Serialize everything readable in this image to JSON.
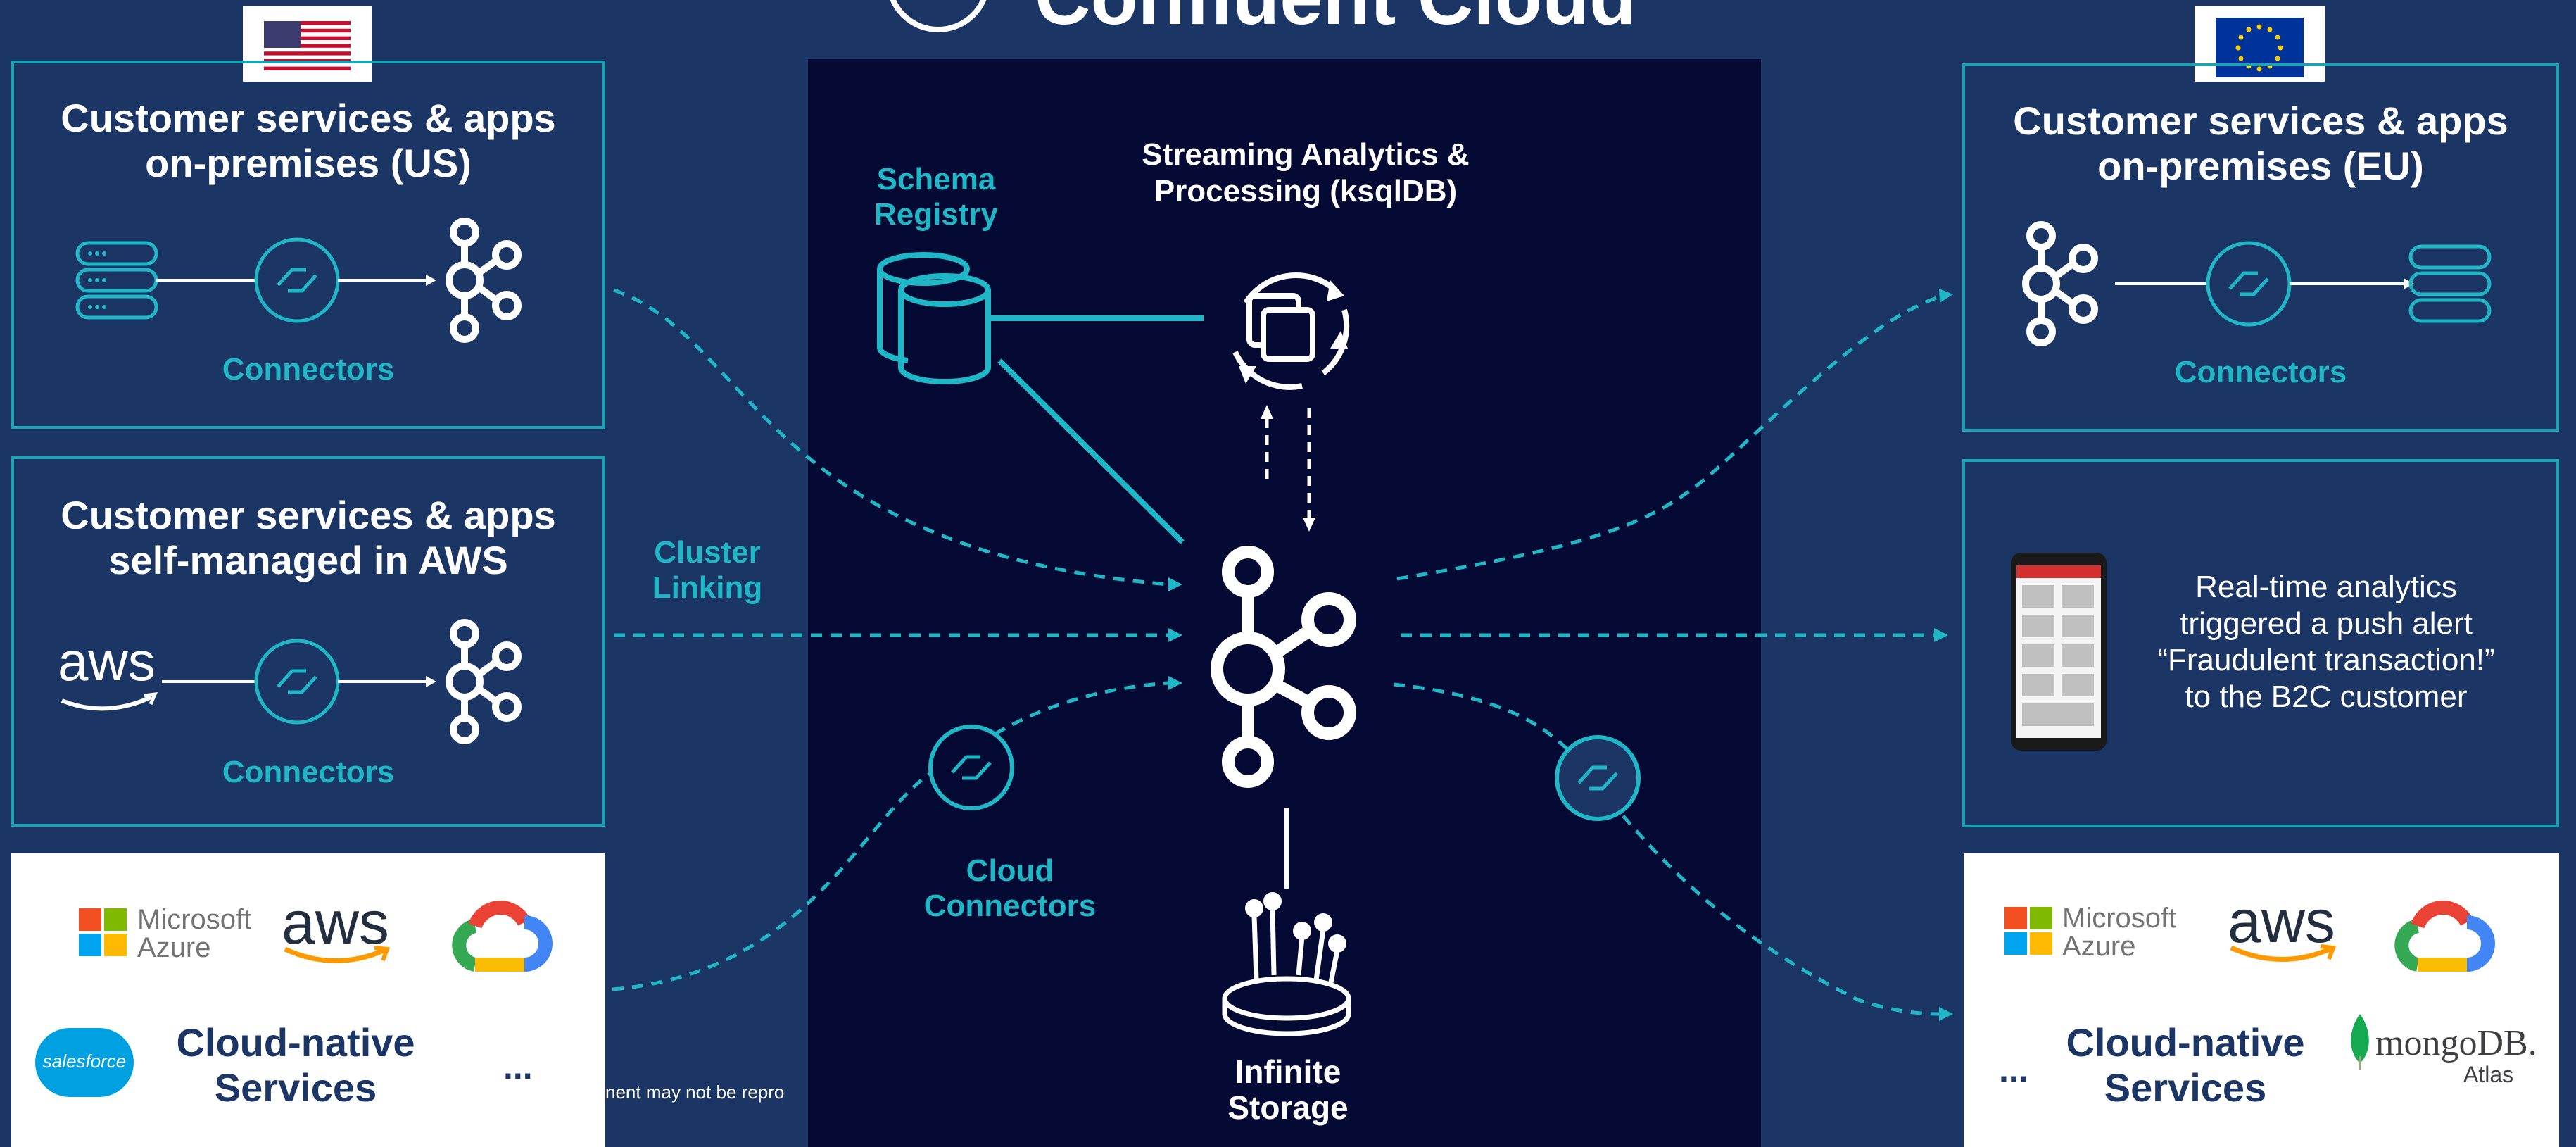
{
  "header": {
    "title": "Confluent Cloud"
  },
  "panels": {
    "us_onprem": {
      "title_line1": "Customer services & apps",
      "title_line2": "on-premises (US)",
      "connectors_label": "Connectors"
    },
    "aws_selfmanaged": {
      "title_line1": "Customer services & apps",
      "title_line2": "self-managed in AWS",
      "connectors_label": "Connectors",
      "aws_text": "aws"
    },
    "eu_onprem": {
      "title_line1": "Customer services & apps",
      "title_line2": "on-premises (EU)",
      "connectors_label": "Connectors"
    },
    "alert": {
      "line1": "Real-time analytics",
      "line2": "triggered a push alert",
      "line3": "“Fraudulent transaction!”",
      "line4": "to the B2C customer"
    }
  },
  "cloud_left": {
    "azure_line1": "Microsoft",
    "azure_line2": "Azure",
    "aws_text": "aws",
    "salesforce_text": "salesforce",
    "label_line1": "Cloud-native",
    "label_line2": "Services",
    "more": "..."
  },
  "cloud_right": {
    "azure_line1": "Microsoft",
    "azure_line2": "Azure",
    "aws_text": "aws",
    "mongodb_text": "mongoDB.",
    "atlas_text": "Atlas",
    "label_line1": "Cloud-native",
    "label_line2": "Services",
    "more": "..."
  },
  "center": {
    "schema_registry_line1": "Schema",
    "schema_registry_line2": "Registry",
    "streaming_line1": "Streaming Analytics &",
    "streaming_line2": "Processing (ksqlDB)",
    "storage_line1": "Infinite",
    "storage_line2": "Storage",
    "cluster_linking_line1": "Cluster",
    "cluster_linking_line2": "Linking",
    "cloud_connectors_line1": "Cloud",
    "cloud_connectors_line2": "Connectors"
  },
  "footer": {
    "copyright_fragment": "nent may not be repro"
  },
  "colors": {
    "background": "#1b3564",
    "center_panel": "#040a33",
    "accent": "#19a3b3",
    "white": "#ffffff"
  }
}
